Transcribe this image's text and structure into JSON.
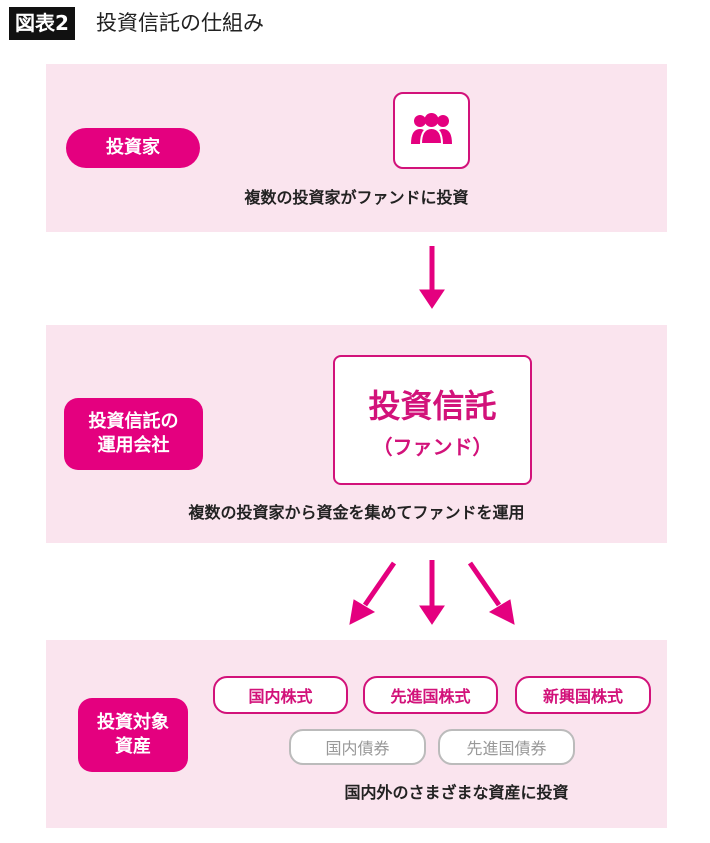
{
  "header": {
    "figure_label": "図表2",
    "title": "投資信託の仕組み"
  },
  "investor": {
    "label": "投資家",
    "icon": "people-icon",
    "caption": "複数の投資家がファンドに投資"
  },
  "manager": {
    "label_line1": "投資信託の",
    "label_line2": "運用会社",
    "fund_title": "投資信託",
    "fund_subtitle": "（ファンド）",
    "caption": "複数の投資家から資金を集めてファンドを運用"
  },
  "assets": {
    "label_line1": "投資対象",
    "label_line2": "資産",
    "primary": [
      "国内株式",
      "先進国株式",
      "新興国株式"
    ],
    "secondary": [
      "国内債券",
      "先進国債券"
    ],
    "caption": "国内外のさまざまな資産に投資"
  },
  "colors": {
    "accent": "#e4007f",
    "panel": "#fae4ee",
    "muted": "#bbbbbb"
  }
}
